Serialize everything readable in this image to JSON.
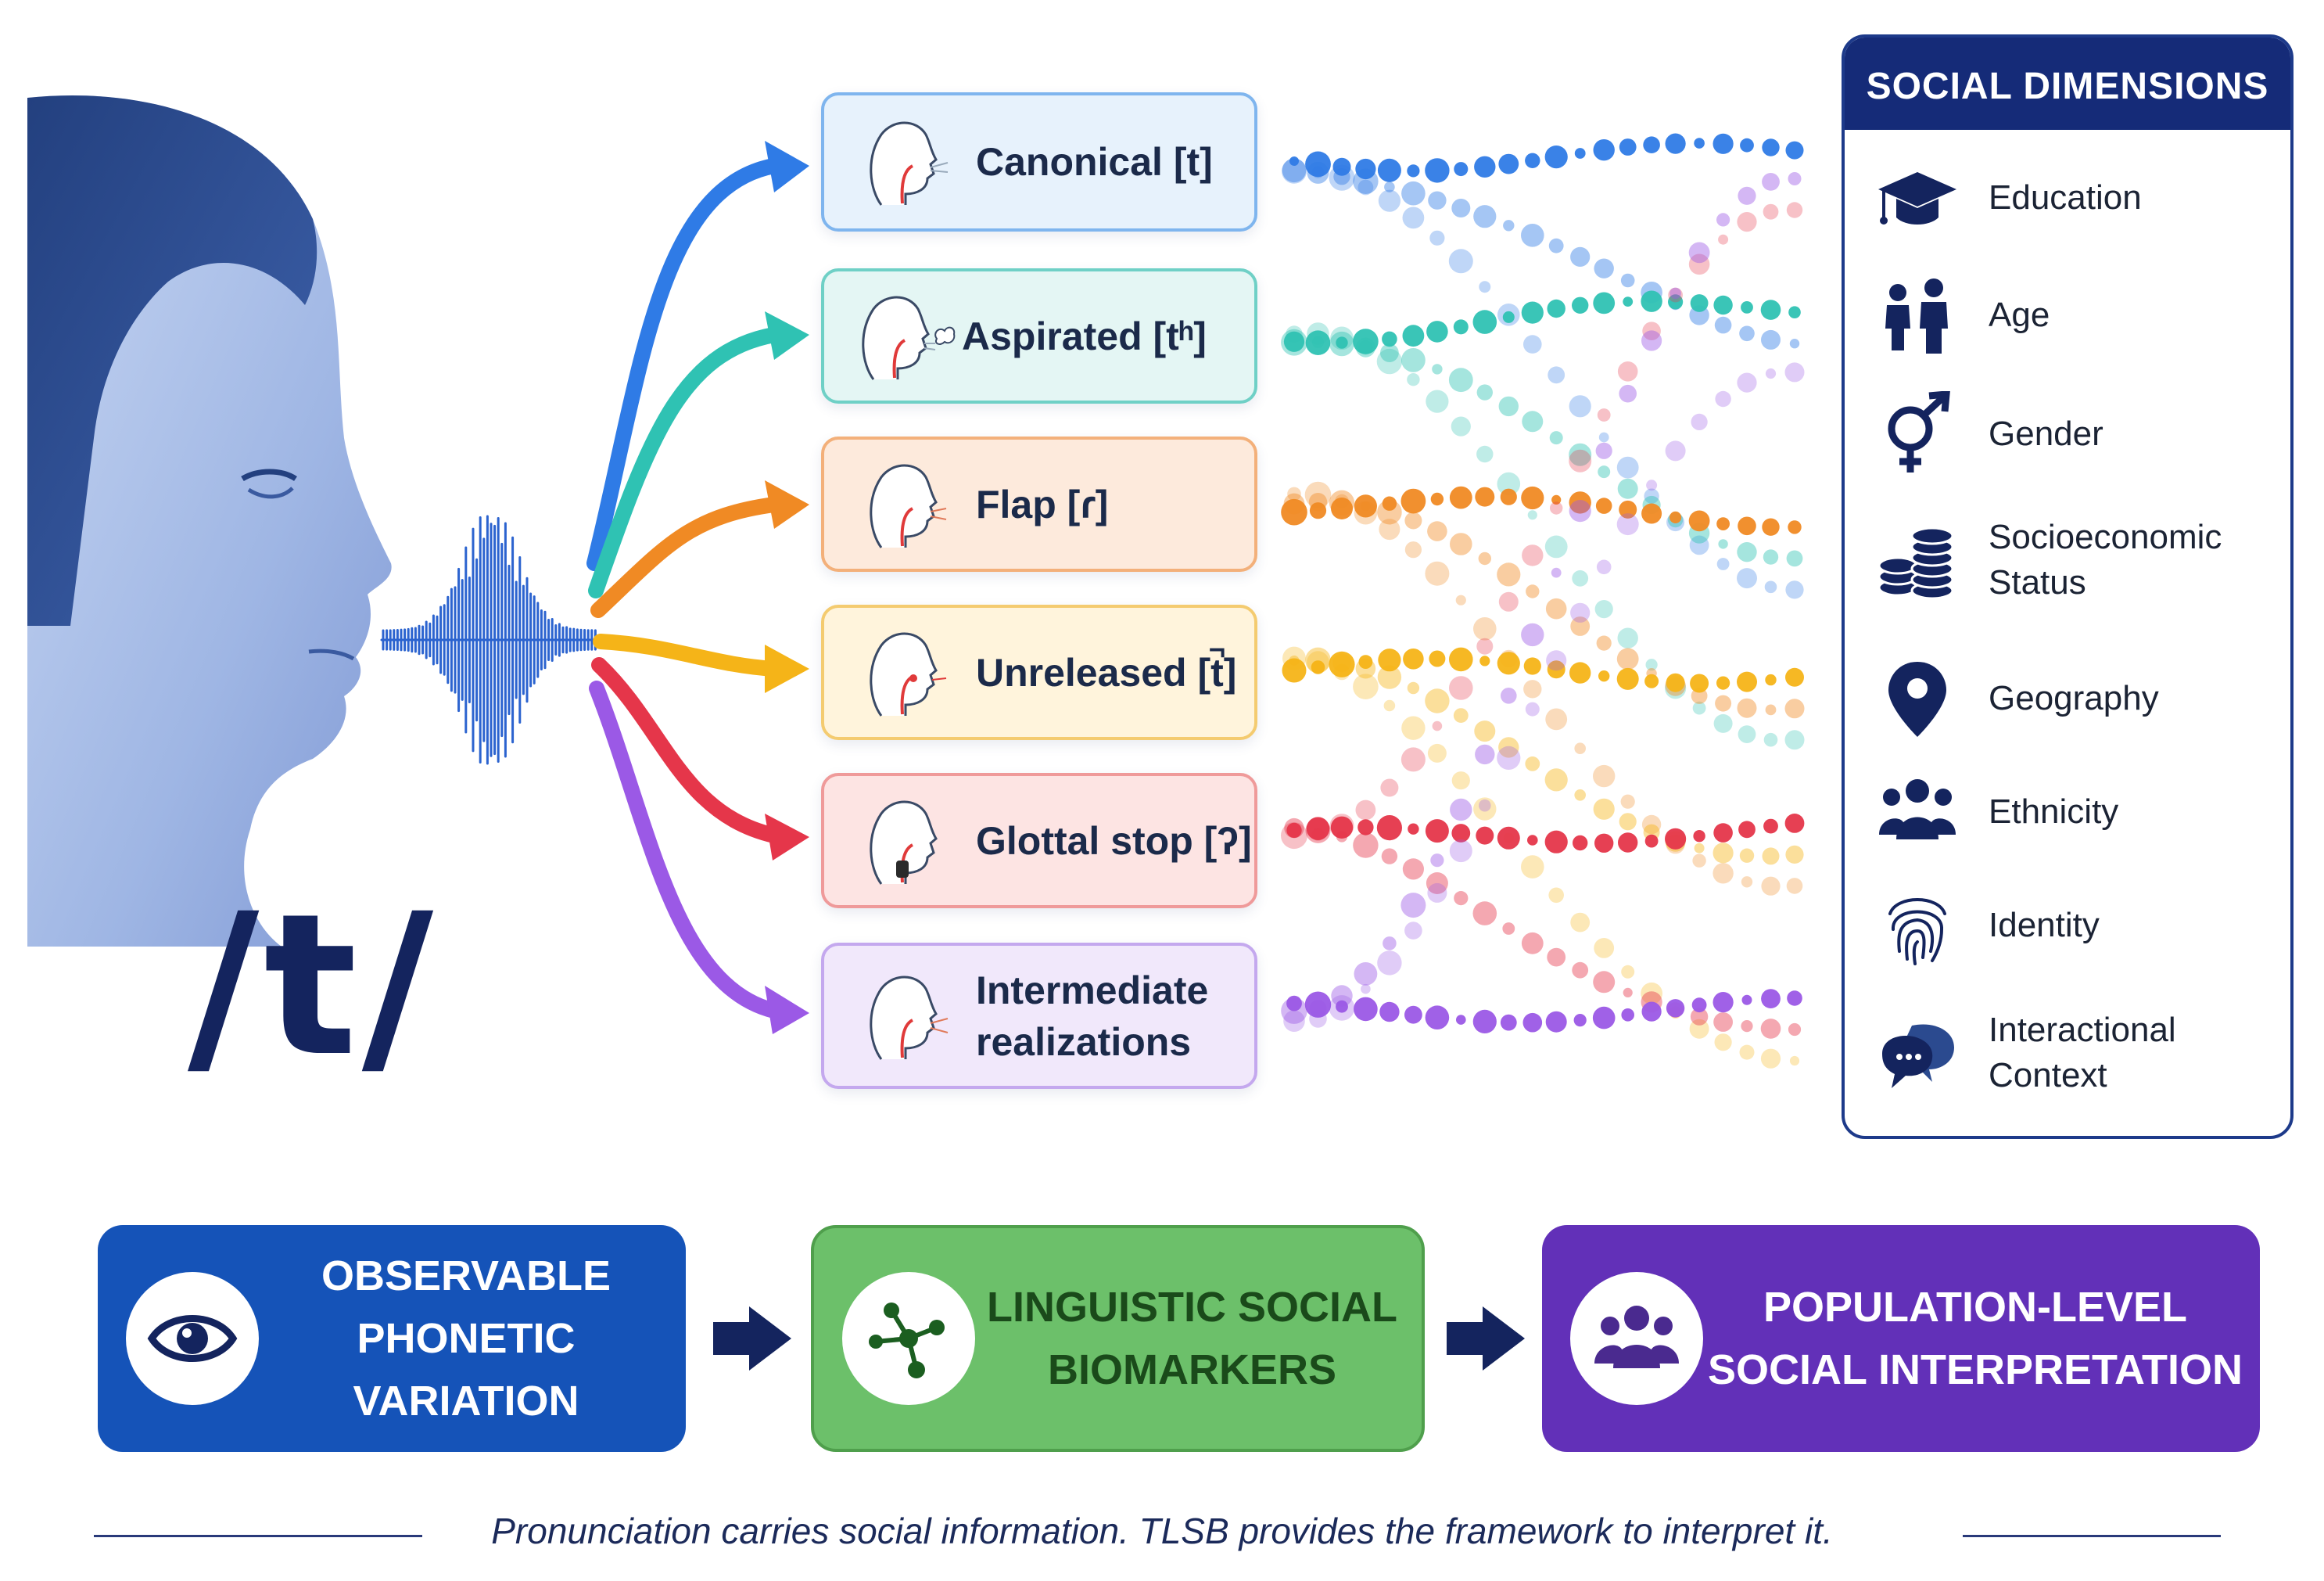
{
  "phoneme": "/t/",
  "variants": [
    {
      "label": "Canonical [t]",
      "color": "#2f7be6"
    },
    {
      "label": "Aspirated [tʰ]",
      "color": "#2fc2b3"
    },
    {
      "label": "Flap [ɾ]",
      "color": "#f08a24"
    },
    {
      "label": "Unreleased [t̚]",
      "color": "#f5b418"
    },
    {
      "label": "Glottal stop [ʔ]",
      "color": "#e5364a"
    },
    {
      "label_line1": "Intermediate",
      "label_line2": "realizations",
      "color": "#9b59e6"
    }
  ],
  "social_dimensions": {
    "title": "SOCIAL DIMENSIONS",
    "items": [
      {
        "label": "Education",
        "icon": "graduation-cap-icon"
      },
      {
        "label": "Age",
        "icon": "people-icon"
      },
      {
        "label": "Gender",
        "icon": "gender-icon"
      },
      {
        "label_line1": "Socioeconomic",
        "label_line2": "Status",
        "icon": "coins-icon"
      },
      {
        "label": "Geography",
        "icon": "location-pin-icon"
      },
      {
        "label": "Ethnicity",
        "icon": "group-icon"
      },
      {
        "label": "Identity",
        "icon": "fingerprint-icon"
      },
      {
        "label_line1": "Interactional",
        "label_line2": "Context",
        "icon": "chat-bubbles-icon"
      }
    ]
  },
  "pipeline": [
    {
      "line1": "OBSERVABLE",
      "line2": "PHONETIC VARIATION",
      "icon": "eye-icon",
      "color": "#1553b8"
    },
    {
      "line1": "LINGUISTIC SOCIAL",
      "line2": "BIOMARKERS",
      "icon": "network-icon",
      "color": "#6cc06a"
    },
    {
      "line1": "POPULATION-LEVEL",
      "line2": "SOCIAL INTERPRETATION",
      "icon": "group-icon",
      "color": "#6230b8"
    }
  ],
  "caption": "Pronunciation carries social information. TLSB provides the framework to interpret it."
}
